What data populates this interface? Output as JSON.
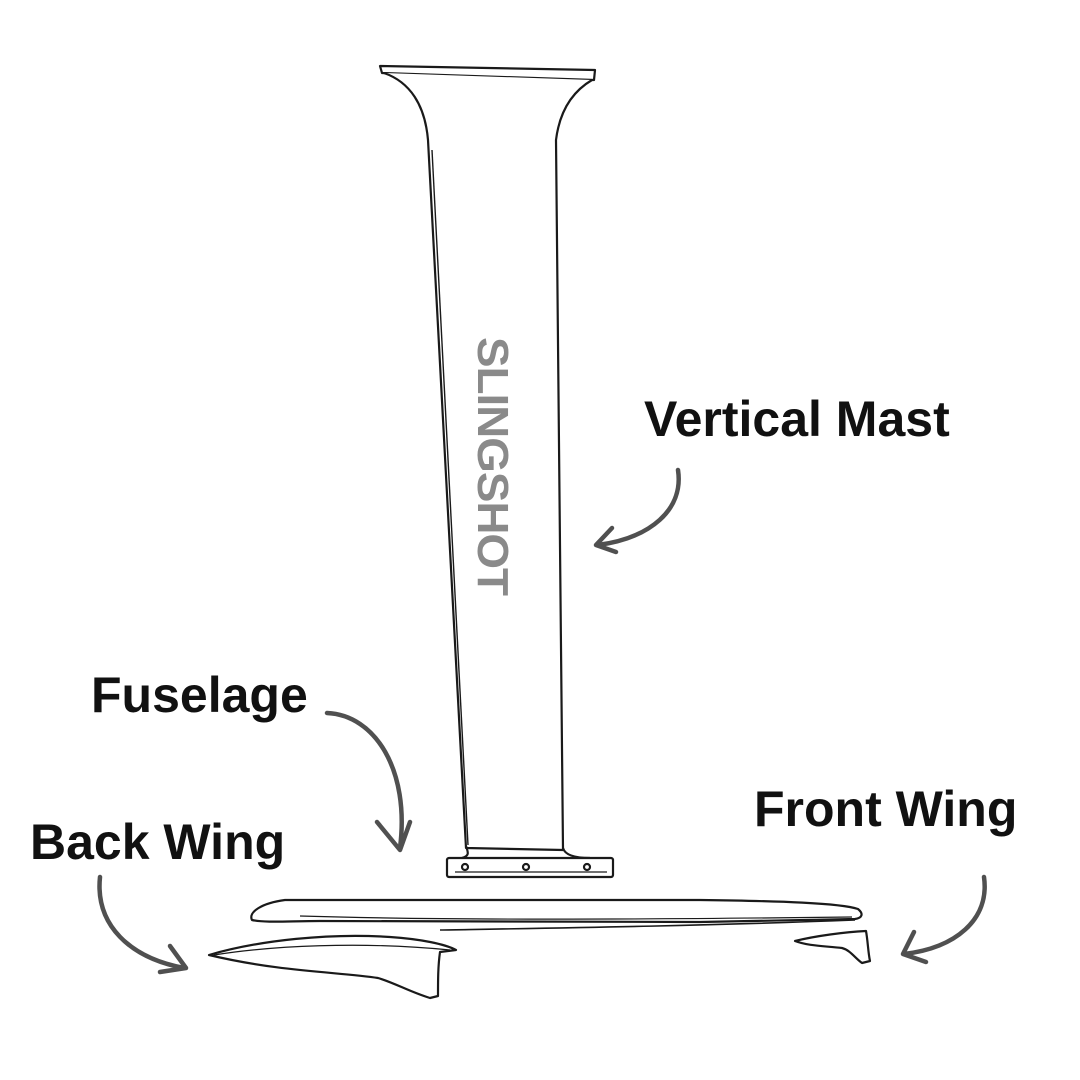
{
  "labels": {
    "vertical_mast": "Vertical Mast",
    "fuselage": "Fuselage",
    "front_wing": "Front Wing",
    "back_wing": "Back Wing"
  },
  "brand_text": "SLINGSHOT",
  "colors": {
    "label_text": "#111111",
    "outline": "#1a1a1a",
    "arrow": "#505050",
    "logo": "#8a8a8a",
    "background": "#ffffff"
  }
}
